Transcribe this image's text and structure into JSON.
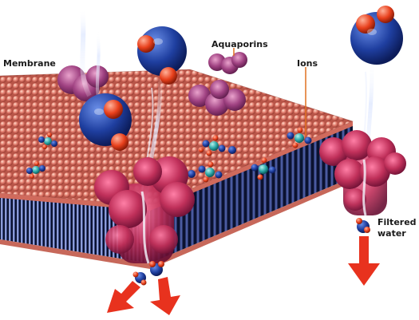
{
  "labels": {
    "membrane": "Membrane",
    "aquaporins": "Aquaporins",
    "ions": "Ions",
    "filtered_line1": "Filtered",
    "filtered_line2": "water"
  },
  "colors": {
    "background": "#ffffff",
    "lipid_head": "#e0796a",
    "lipid_tail": "#2c3a7a",
    "aquaporin": "#c0305a",
    "water_oxygen": "#1f3fa0",
    "water_hydrogen": "#e8401c",
    "ion": "#2aa6a6",
    "arrow": "#e8321e",
    "label_line": "#e07020"
  }
}
